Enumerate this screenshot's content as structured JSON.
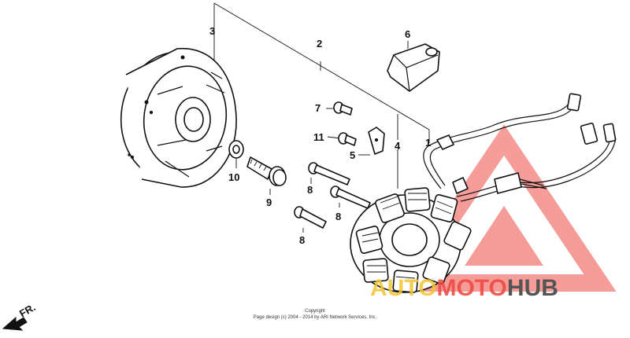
{
  "callouts": {
    "c1": "1",
    "c2": "2",
    "c3": "3",
    "c4": "4",
    "c5": "5",
    "c6": "6",
    "c7": "7",
    "c8a": "8",
    "c8b": "8",
    "c8c": "8",
    "c9": "9",
    "c10": "10",
    "c11": "11"
  },
  "direction": "FR.",
  "copyright": {
    "line1": "Copyright",
    "line2": "Page design (c) 2004 - 2014 by ARI Network Services, Inc."
  },
  "watermark": {
    "part1": "AUTO",
    "part2": "MOTO",
    "part3": "HUB",
    "colors": {
      "auto": "#f3c530",
      "moto": "#ee4d45",
      "hub": "#555555"
    }
  }
}
